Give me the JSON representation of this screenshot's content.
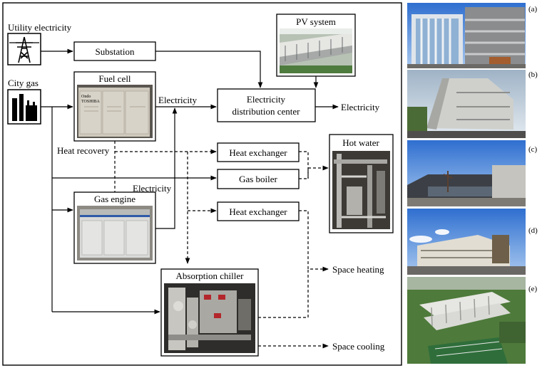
{
  "sources": {
    "utility": "Utility electricity",
    "city_gas": "City gas"
  },
  "components": {
    "substation": "Substation",
    "pv_system": "PV system",
    "fuel_cell": "Fuel cell",
    "distribution_line1": "Electricity",
    "distribution_line2": "distribution center",
    "heat_exchanger_1": "Heat exchanger",
    "gas_boiler": "Gas boiler",
    "heat_exchanger_2": "Heat exchanger",
    "gas_engine": "Gas engine",
    "hot_water": "Hot water",
    "absorption_chiller": "Absorption chiller"
  },
  "flow_labels": {
    "electricity_fuel_cell": "Electricity",
    "electricity_output": "Electricity",
    "heat_recovery": "Heat recovery",
    "electricity_gas_engine": "Electricity",
    "space_heating": "Space heating",
    "space_cooling": "Space cooling"
  },
  "fuel_cell_brand": [
    "Ondo",
    "TOSHIBA"
  ],
  "photo_labels": [
    "(a)",
    "(b)",
    "(c)",
    "(d)",
    "(e)"
  ],
  "icons": [
    "transmission-tower-icon",
    "gas-plant-icon"
  ]
}
